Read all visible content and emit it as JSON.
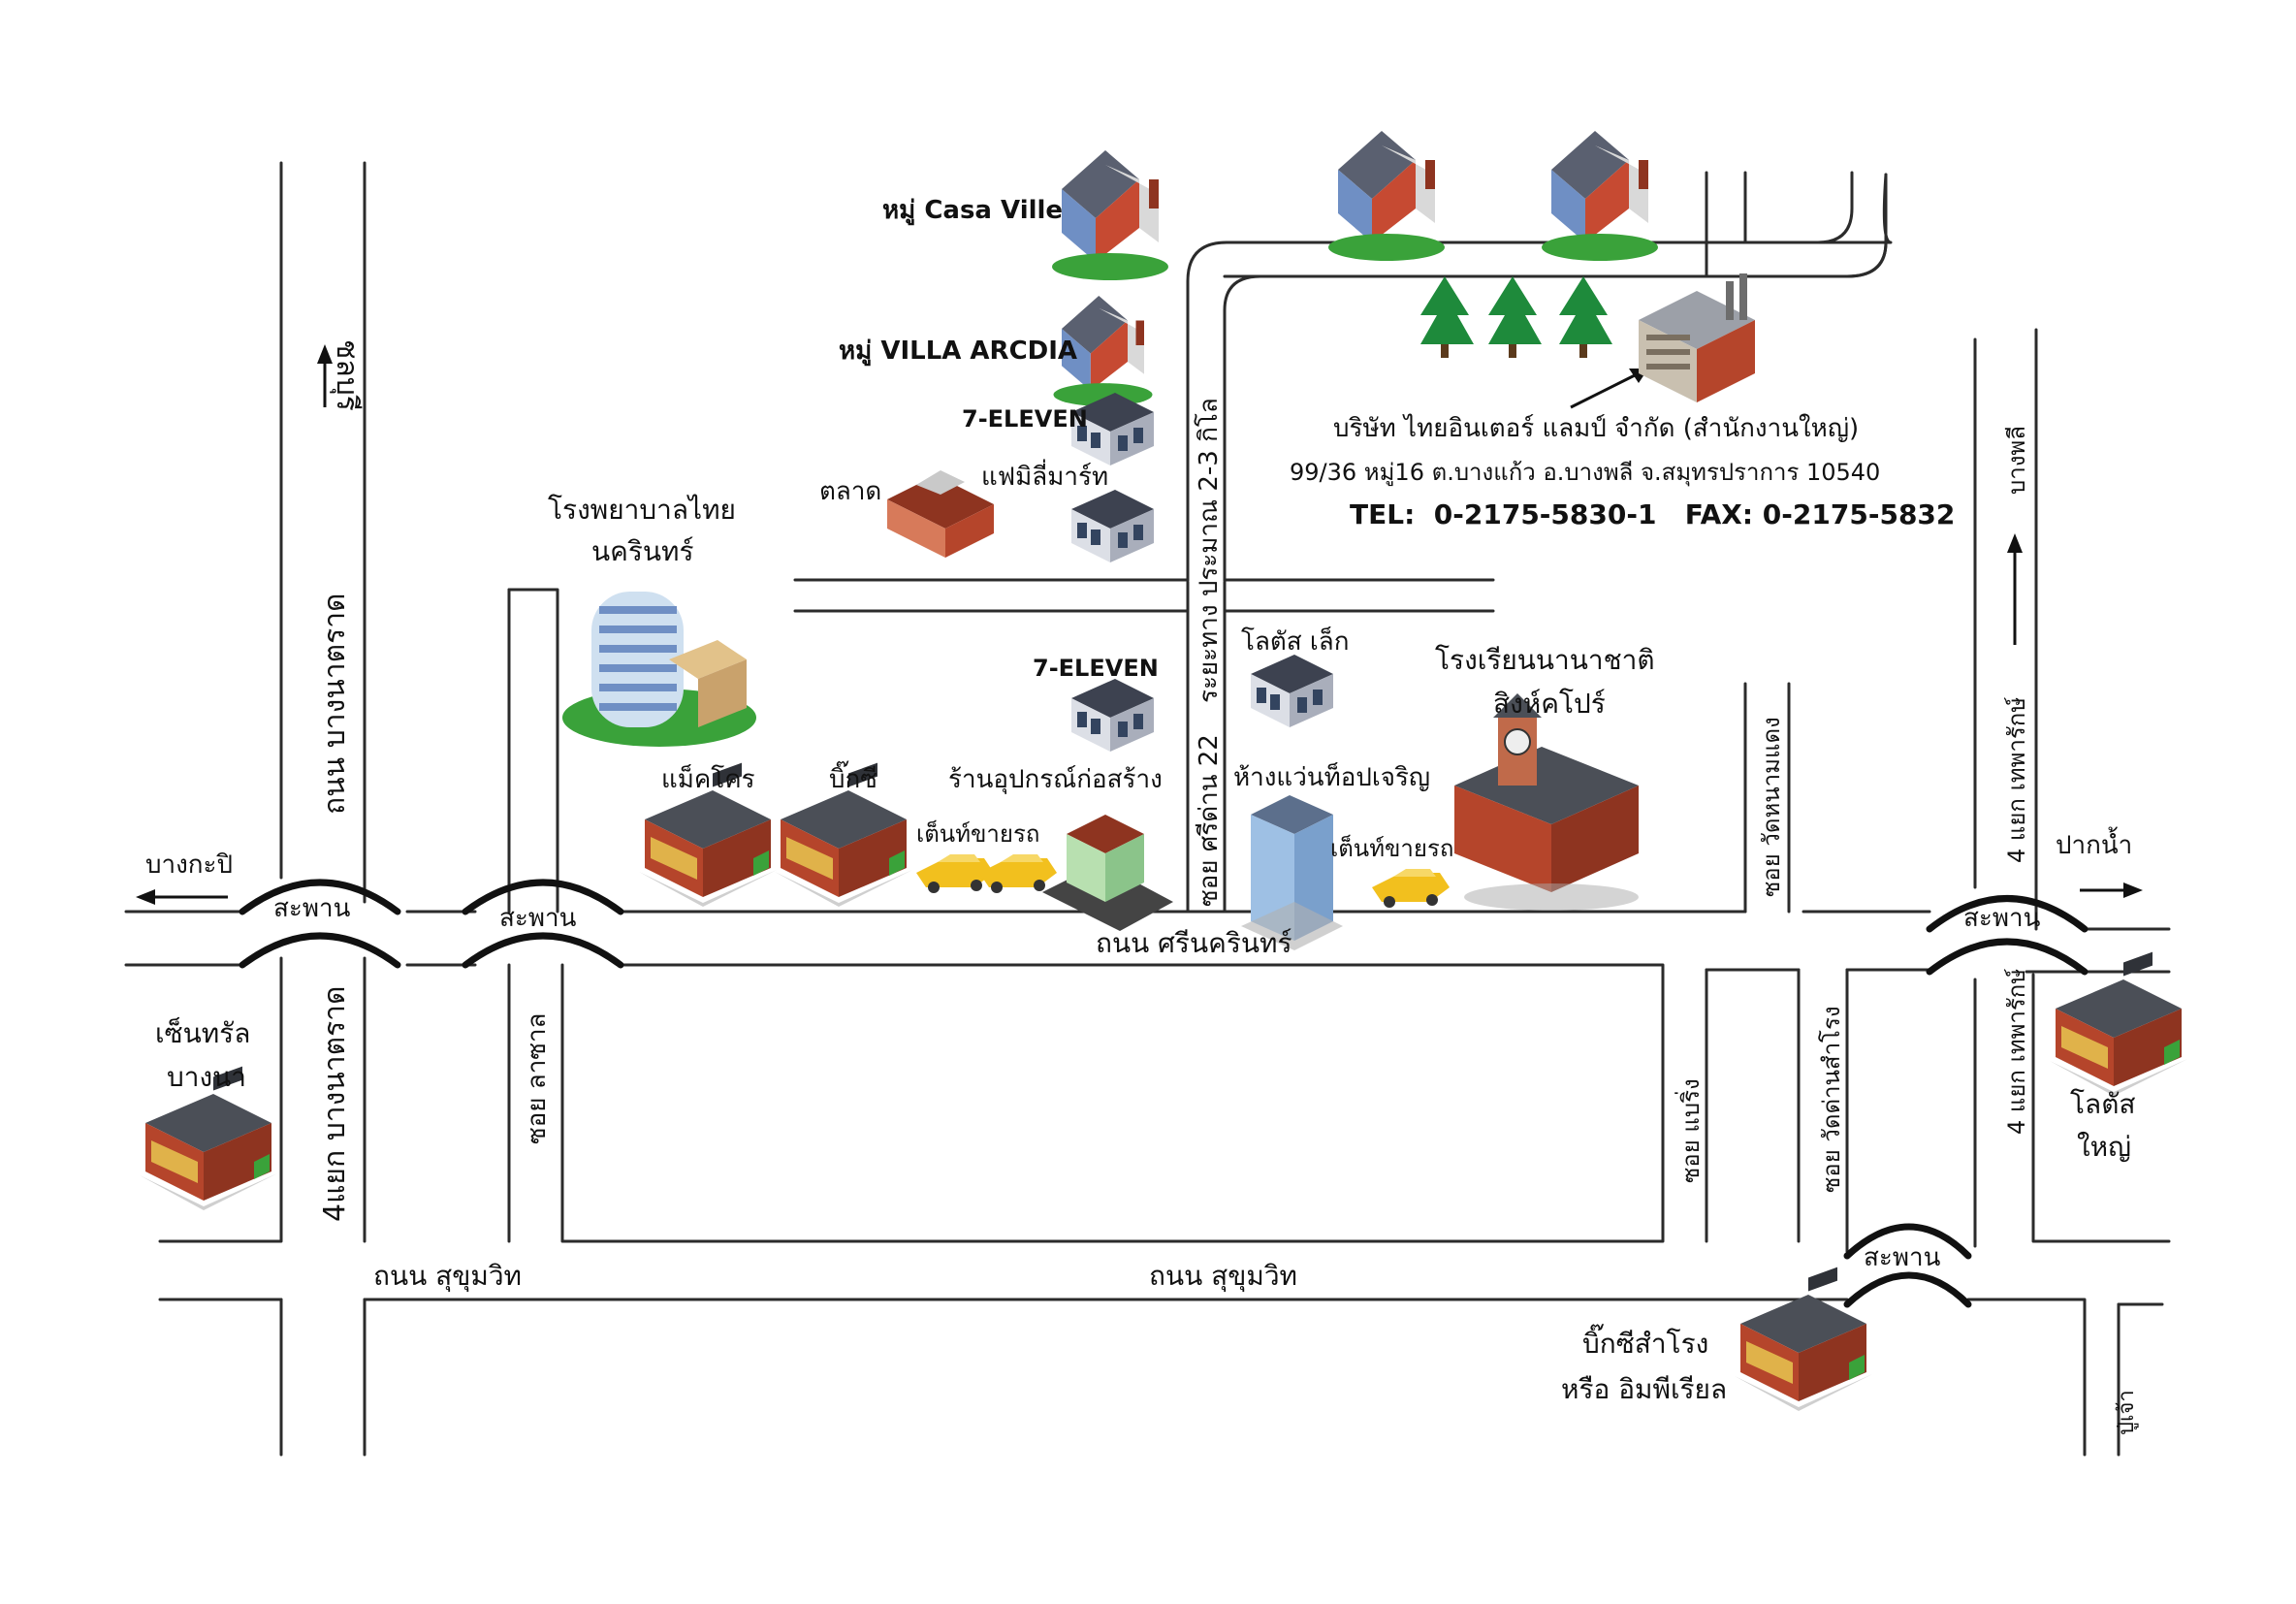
{
  "roads": {
    "srinakarin": "ถนน ศรีนครินทร์",
    "sukhumvit_1": "ถนน สุขุมวิท",
    "sukhumvit_2": "ถนน สุขุมวิท",
    "bangna_trad_north": "ถนน บางนาตราด",
    "bangna_trad_south": "4แยก บางนาตราด",
    "soi_lasalle": "ซอย ลาซาล",
    "soi_sridan": "ซอย ศรีด่าน 22",
    "distance": "ระยะทาง ประมาณ 2-3 กิโล",
    "soi_wat_hua_mang_daeng": "ซอย วัดหนามแดง",
    "soi_baeng": "ซอย แบริ่ง",
    "soi_wat_dan_samrong": "ซอย วัดด่านสำโรง",
    "theparak_north": "4 แยก เทพารักษ์",
    "theparak_south": "4 แยก เทพารักษ์",
    "bangphli": "บางพลี",
    "chonburi": "ชลบุรี",
    "bang_kapi": "บางกะปิ",
    "pak_nam": "ปากน้ำ",
    "puchao": "ปู่เจ้า"
  },
  "bridges": [
    "สะพาน",
    "สะพาน",
    "สะพาน",
    "สะพาน"
  ],
  "places": {
    "casa_ville": "หมู่ Casa Ville",
    "villa_arcadia": "หมู่ VILLA ARCDIA",
    "seven_eleven_1": "7-ELEVEN",
    "family_mart": "แฟมิลี่มาร์ท",
    "market": "ตลาด",
    "hospital_line1": "โรงพยาบาลไทย",
    "hospital_line2": "นครินทร์",
    "seven_eleven_2": "7-ELEVEN",
    "makro": "แม็คโคร",
    "bigc": "บิ๊กซี",
    "hardware_store": "ร้านอุปกรณ์ก่อสร้าง",
    "tent_car_1": "เต็นท์ขายรถ",
    "lotus_small": "โลตัส เล็ก",
    "school_line1": "โรงเรียนนานาชาติ",
    "school_line2": "สิงห์คโปร์",
    "top_charoen": "ห้างแว่นท็อปเจริญ",
    "tent_car_2": "เต็นท์ขายรถ",
    "central_line1": "เซ็นทรัล",
    "central_line2": "บางนา",
    "lotus_big_line1": "โลตัส",
    "lotus_big_line2": "ใหญ่",
    "bigc_samrong_line1": "บิ๊กซีสำโรง",
    "bigc_samrong_line2": "หรือ อิมพีเรียล"
  },
  "company": {
    "name": "บริษัท ไทยอินเตอร์ แลมป์ จำกัด (สำนักงานใหญ่)",
    "address": "99/36 หมู่16 ต.บางแก้ว อ.บางพลี จ.สมุทรปราการ 10540",
    "contact": "TEL:  0-2175-5830-1   FAX: 0-2175-5832"
  },
  "colors": {
    "road": "#2b2b2b",
    "building_red": "#b5452b",
    "roof_gray": "#4b4f57",
    "window_blue": "#6f8fc4",
    "grass_green": "#3aa23a",
    "tree_green": "#1e8a3b",
    "taxi_yellow": "#f2c01e"
  },
  "icons": [
    "house-icon",
    "shop-icon",
    "factory-icon",
    "tree-icon",
    "hospital-icon",
    "school-icon",
    "taxi-icon",
    "office-tower-icon",
    "mall-icon"
  ]
}
